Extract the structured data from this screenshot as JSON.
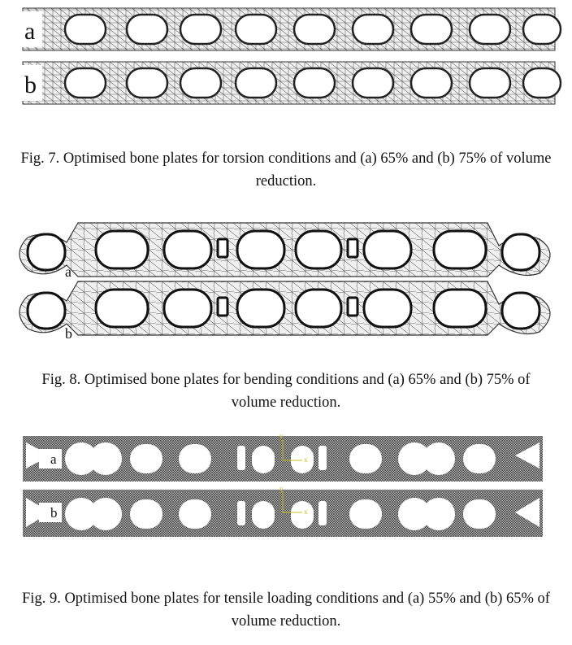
{
  "figures": [
    {
      "id": "fig7",
      "panels": [
        {
          "label": "a"
        },
        {
          "label": "b"
        }
      ],
      "caption": "Fig. 7. Optimised bone plates for torsion conditions and (a) 65% and (b) 75% of volume reduction."
    },
    {
      "id": "fig8",
      "panels": [
        {
          "label": "a"
        },
        {
          "label": "b"
        }
      ],
      "caption": "Fig. 8. Optimised bone plates for bending conditions and (a) 65% and (b) 75% of volume reduction."
    },
    {
      "id": "fig9",
      "panels": [
        {
          "label": "a"
        },
        {
          "label": "b"
        }
      ],
      "axis_markers": {
        "y": "y",
        "x": "x"
      },
      "caption": "Fig. 9. Optimised bone plates for tensile loading conditions and (a) 55% and (b) 65% of volume reduction."
    }
  ],
  "colors": {
    "mesh_fill": "#efefef",
    "mesh_line": "#555555",
    "dense_mesh": "#3a3a3a",
    "axis_marker": "#c8c020"
  }
}
